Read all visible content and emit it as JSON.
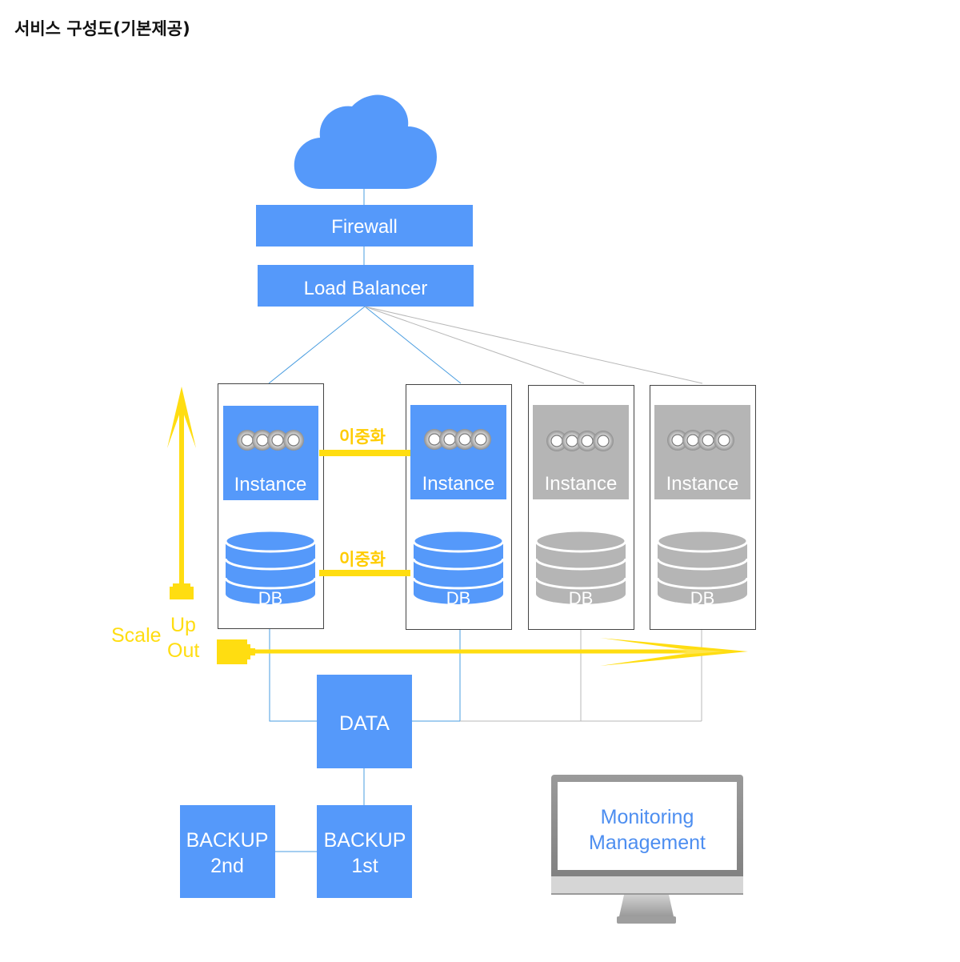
{
  "title": "서비스 구성도(기본제공)",
  "nodes": {
    "firewall": "Firewall",
    "load_balancer": "Load Balancer",
    "data": "DATA",
    "backup_1st": [
      "BACKUP",
      "1st"
    ],
    "backup_2nd": [
      "BACKUP",
      "2nd"
    ],
    "monitoring": [
      "Monitoring",
      "Management"
    ]
  },
  "servers": [
    {
      "instance_label": "Instance",
      "db_label": "DB",
      "state": "active"
    },
    {
      "instance_label": "Instance",
      "db_label": "DB",
      "state": "active"
    },
    {
      "instance_label": "Instance",
      "db_label": "DB",
      "state": "inactive"
    },
    {
      "instance_label": "Instance",
      "db_label": "DB",
      "state": "inactive"
    }
  ],
  "redundancy_label": "이중화",
  "scale": {
    "label": "Scale",
    "up": "Up",
    "out": "Out"
  },
  "colors": {
    "blue": "#5599fa",
    "gray": "#b5b5b5",
    "yellow": "#ffdd11",
    "line_blue": "#4a9de0",
    "line_gray": "#b8b8b8",
    "text_blue": "#4d8ef0"
  }
}
